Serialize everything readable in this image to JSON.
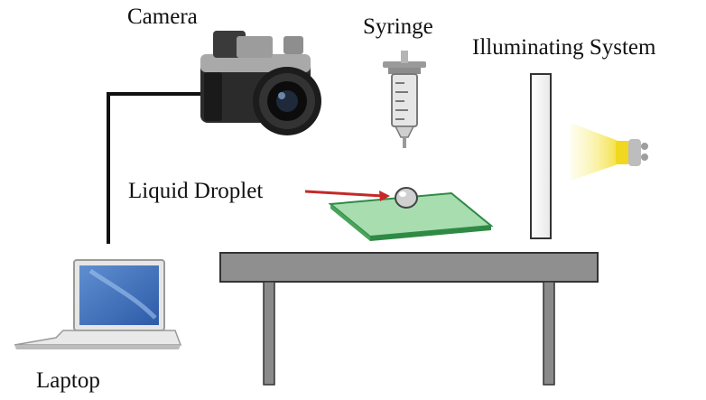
{
  "labels": {
    "camera": "Camera",
    "syringe": "Syringe",
    "illuminating_system": "Illuminating System",
    "liquid_droplet": "Liquid Droplet",
    "laptop": "Laptop"
  },
  "icons": {
    "camera": "camera-icon",
    "syringe": "syringe-icon",
    "light": "light-bulb-icon",
    "laptop": "laptop-icon",
    "table": "table-icon",
    "glass_slide": "glass-slide-icon",
    "droplet": "droplet-icon",
    "screen": "diffuser-screen-icon"
  },
  "colors": {
    "table_top": "#8f8f8f",
    "table_leg": "#8a8a8a",
    "glass": "#a8ddb0",
    "glass_edge": "#2f8a45",
    "arrow": "#c62828",
    "light": "#f6e64a",
    "cable": "#111111"
  }
}
